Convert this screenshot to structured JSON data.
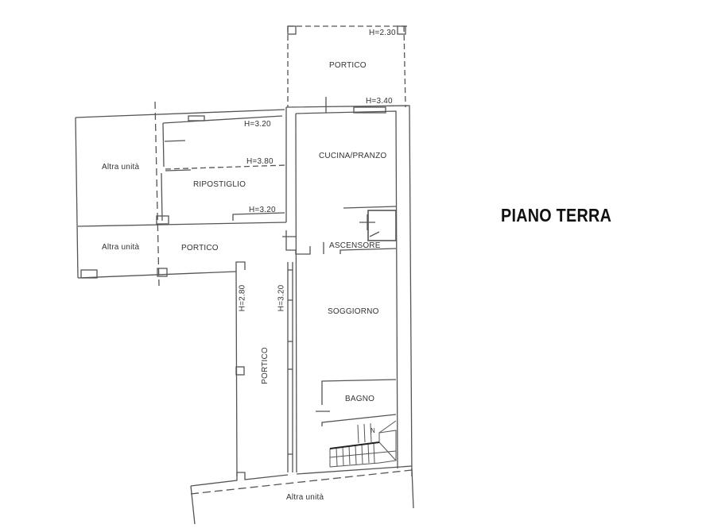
{
  "plan": {
    "title": "PIANO TERRA",
    "rooms": {
      "portico_top": "PORTICO",
      "cucina_pranzo": "CUCINA/PRANZO",
      "ripostiglio": "RIPOSTIGLIO",
      "altra_unita_top": "Altra unità",
      "altra_unita_mid": "Altra unità",
      "portico_mid": "PORTICO",
      "ascensore": "ASCENSORE",
      "soggiorno": "SOGGIORNO",
      "portico_side": "PORTICO",
      "bagno": "BAGNO",
      "altra_unita_bottom": "Altra unità"
    },
    "heights": {
      "portico_top": "H=2.30",
      "cucina_entry": "H=3.40",
      "storage_upper": "H=3.20",
      "storage_mid": "H=3.80",
      "ripostiglio": "H=3.20",
      "portico_side": "H=2.80",
      "corridor": "H=3.20"
    },
    "stair_mark": "N",
    "colors": {
      "line": "#555555",
      "background": "#ffffff",
      "title": "#111111"
    }
  }
}
